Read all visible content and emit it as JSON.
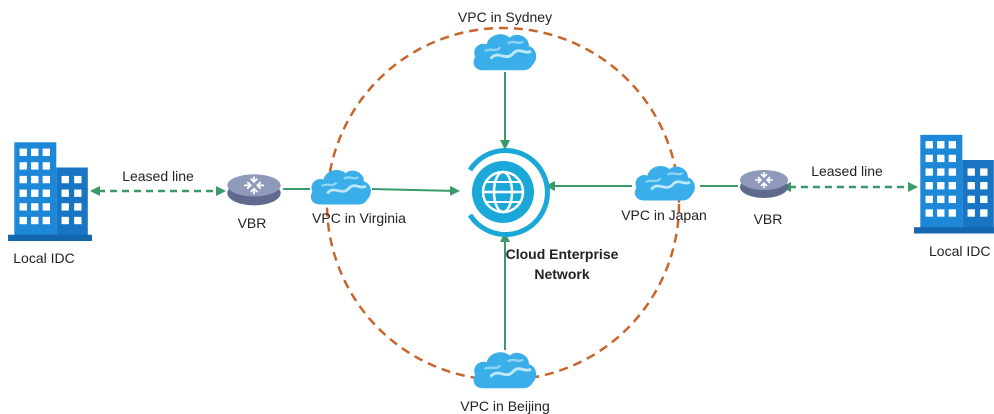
{
  "labels": {
    "vpc_sydney": "VPC in Sydney",
    "vpc_virginia": "VPC in Virginia",
    "vpc_japan": "VPC in Japan",
    "vpc_beijing": "VPC in Beijing",
    "cen_line1": "Cloud Enterprise",
    "cen_line2": "Network",
    "vbr_left": "VBR",
    "vbr_right": "VBR",
    "leased_left": "Leased line",
    "leased_right": "Leased line",
    "idc_left": "Local IDC",
    "idc_right": "Local IDC"
  },
  "icons": {
    "cloud": "cloud-icon",
    "router": "router-icon",
    "building": "building-icon",
    "globe": "globe-icon"
  },
  "colors": {
    "ring": "#c8652a",
    "connector": "#3a9a6a",
    "cloud": "#3aaee8",
    "cloud_light": "#8fd4f5",
    "globe": "#19a8d8",
    "router": "#7b86a8",
    "building": "#1e88d8"
  }
}
